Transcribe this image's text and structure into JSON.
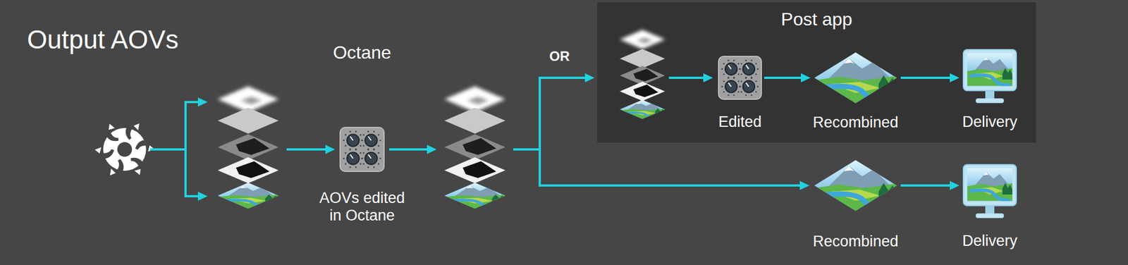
{
  "diagram": {
    "title": "Output AOVs",
    "nodes": [
      {
        "text": [
          "AOVs edited in Octane"
        ]
      },
      {
        "text": [
          "Post app"
        ]
      },
      {
        "text": [
          "Edited"
        ],
        "in": 1
      },
      {
        "text": [
          "Recombined"
        ],
        "in": 1
      },
      {
        "text": [
          "Delivery"
        ],
        "in": 1
      },
      {
        "text": [
          "Recombined"
        ]
      },
      {
        "text": [
          "Delivery"
        ]
      }
    ],
    "edges": [
      {
        "from": 2,
        "to": 3,
        "arrow": "to"
      },
      {
        "from": 3,
        "to": 4,
        "arrow": "to"
      },
      {
        "from": 5,
        "to": 6,
        "arrow": "to"
      }
    ],
    "labels": [
      "Octane",
      "OR"
    ]
  }
}
